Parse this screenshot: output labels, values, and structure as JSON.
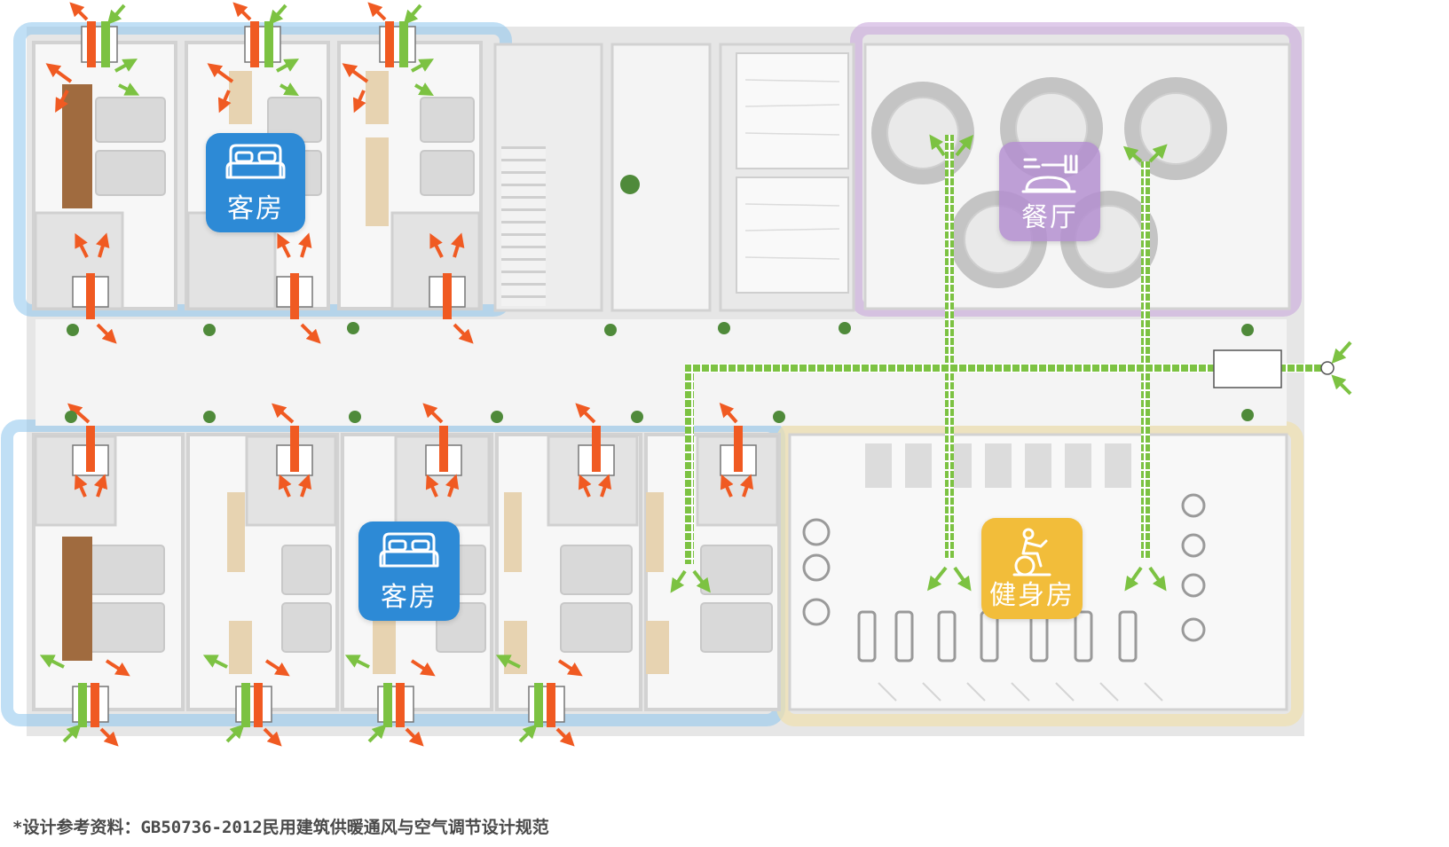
{
  "zones": {
    "guest_room_top": "客房",
    "guest_room_bottom": "客房",
    "dining": "餐厅",
    "gym": "健身房"
  },
  "colors": {
    "guest_zone": "#8cc4ec",
    "dining_zone": "#c9a8dc",
    "gym_zone": "#f0dfae",
    "guest_badge": "#2d8ad6",
    "dining_badge": "#b48fd0",
    "gym_badge": "#f2bd3a",
    "exhaust_arrow": "#f05a22",
    "fresh_arrow": "#7cc242",
    "plant": "#4f8a3a"
  },
  "icons": [
    "bed-icon",
    "dining-icon",
    "exercise-bike-icon"
  ],
  "footnote": "*设计参考资料：GB50736-2012民用建筑供暖通风与空气调节设计规范"
}
